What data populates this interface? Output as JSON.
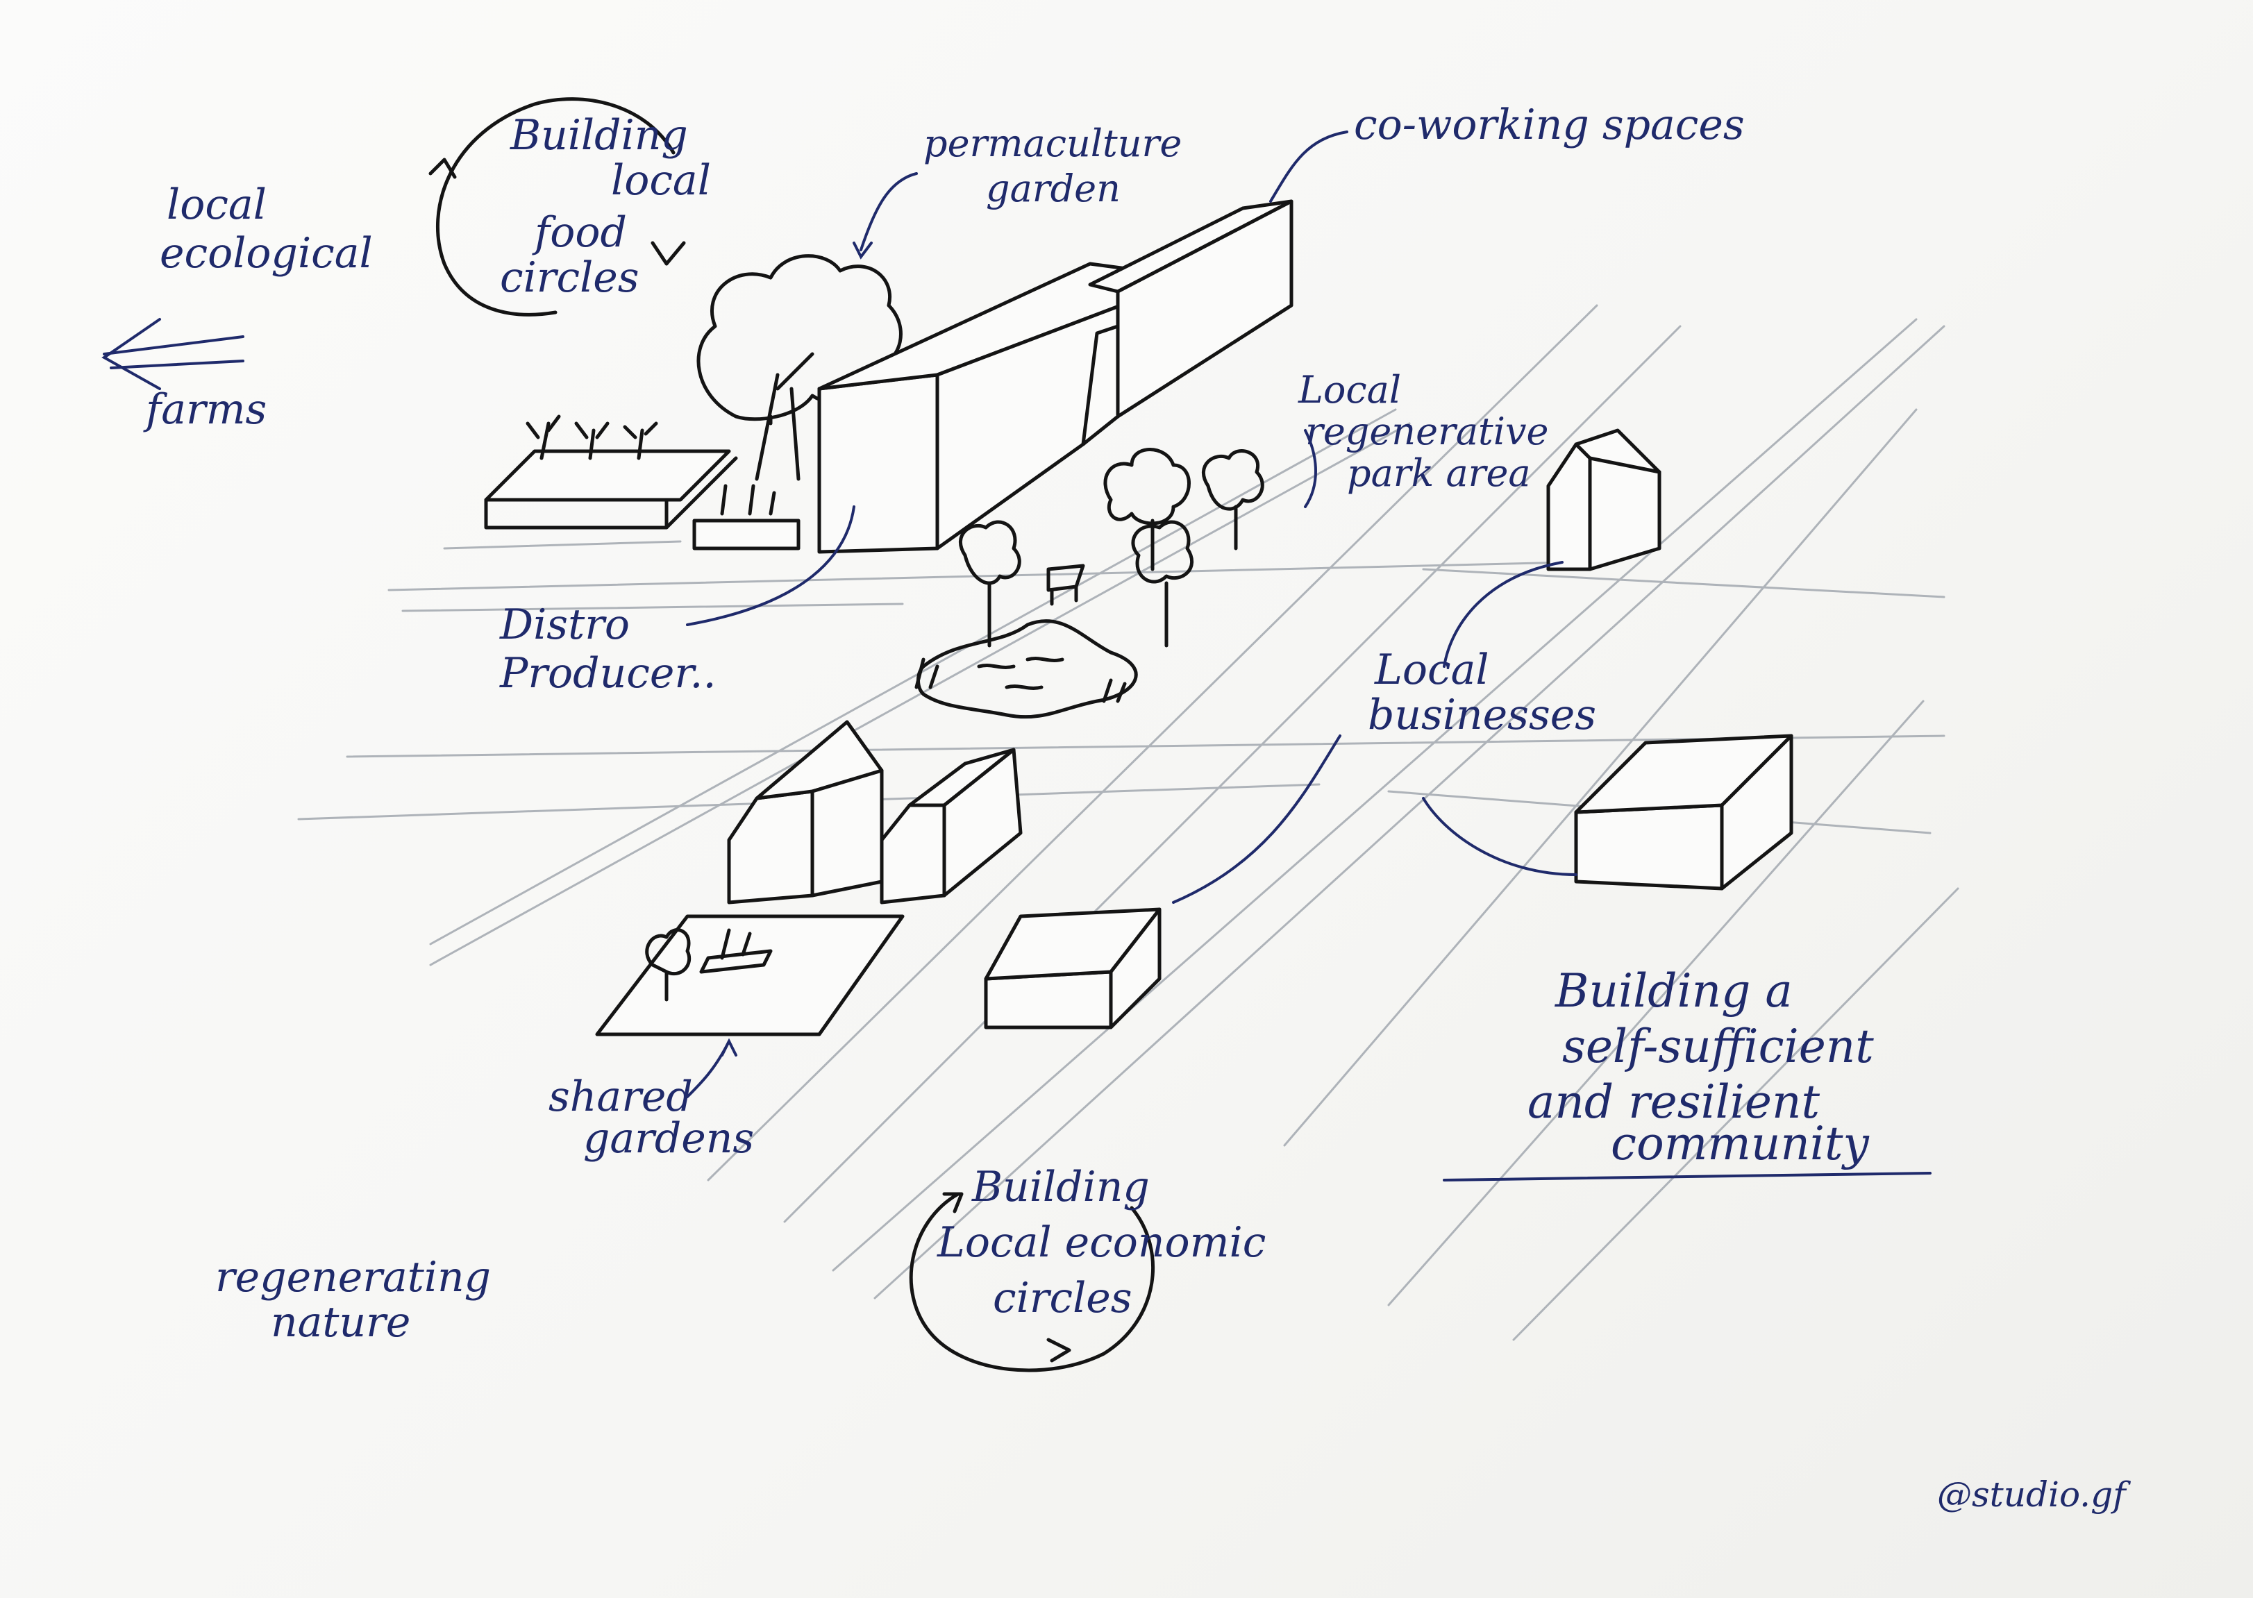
{
  "labels": {
    "building_food_circles": [
      "Building",
      "local",
      "food",
      "circles"
    ],
    "local_ecological_farms": [
      "local",
      "ecological",
      "farms"
    ],
    "permaculture_garden": [
      "permaculture",
      "garden"
    ],
    "coworking_spaces": "co-working spaces",
    "regenerative_park": [
      "Local",
      "regenerative",
      "park area"
    ],
    "distro_producer": [
      "Distro",
      "Producer.."
    ],
    "local_businesses": [
      "Local",
      "businesses"
    ],
    "self_sufficient_community": [
      "Building a",
      "self-sufficient",
      "and resilient",
      "community"
    ],
    "shared_gardens": [
      "shared",
      "gardens"
    ],
    "economic_circles": [
      "Building",
      "Local economic",
      "circles"
    ],
    "regenerating_nature": [
      "regenerating",
      "nature"
    ],
    "signature": "@studio.gf"
  },
  "colors": {
    "ink_blue": "#1f2a6b",
    "pen_black": "#141414",
    "pencil_grey": "#aeb3b9",
    "paper": "#fbfbfa"
  }
}
